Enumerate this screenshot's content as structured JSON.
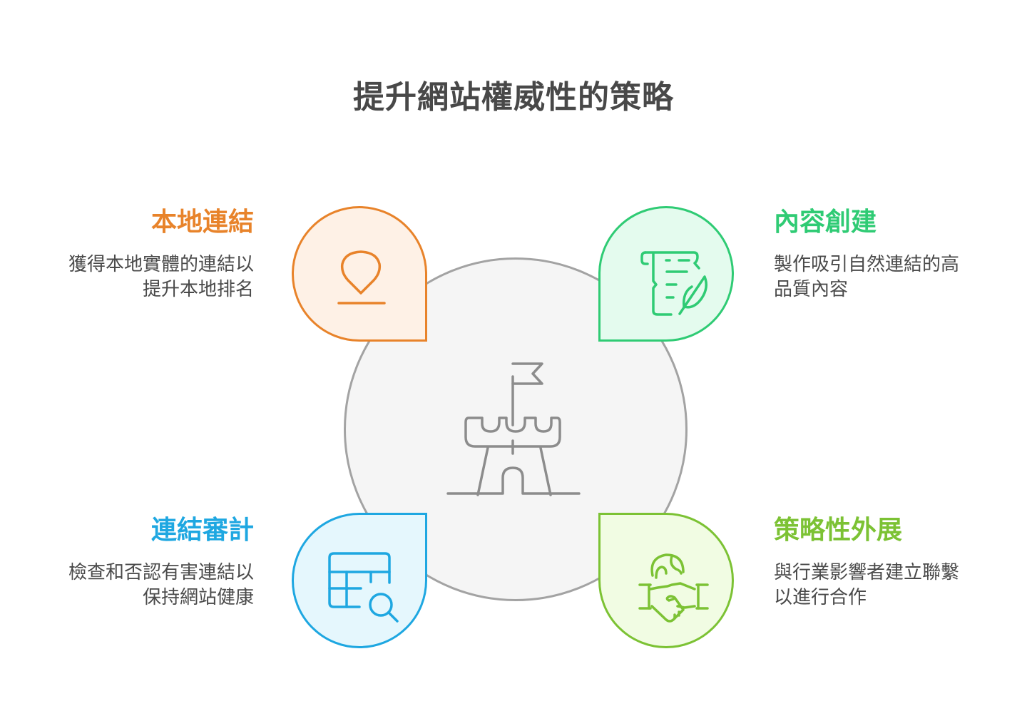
{
  "title": "提升網站權威性的策略",
  "center": {
    "icon": "castle-tower-flag-icon",
    "colors": {
      "fill": "#f5f5f5",
      "stroke": "#a3a3a3",
      "icon": "#8c8c8c"
    }
  },
  "items": [
    {
      "position": "top-left",
      "heading": "本地連結",
      "description_lines": [
        "獲得本地實體的連結以",
        "提升本地排名"
      ],
      "icon": "map-pin-icon",
      "colors": {
        "accent": "#e8832a",
        "fill": "#fef1e6"
      }
    },
    {
      "position": "top-right",
      "heading": "內容創建",
      "description_lines": [
        "製作吸引自然連結的高",
        "品質內容"
      ],
      "icon": "scroll-quill-icon",
      "colors": {
        "accent": "#2fcb74",
        "fill": "#e4fbee"
      }
    },
    {
      "position": "bottom-left",
      "heading": "連結審計",
      "description_lines": [
        "檢查和否認有害連結以",
        "保持網站健康"
      ],
      "icon": "table-search-icon",
      "colors": {
        "accent": "#1ea7e1",
        "fill": "#e5f7fd"
      }
    },
    {
      "position": "bottom-right",
      "heading": "策略性外展",
      "description_lines": [
        "與行業影響者建立聯繫",
        "以進行合作"
      ],
      "icon": "globe-handshake-icon",
      "colors": {
        "accent": "#7cc234",
        "fill": "#f1fce3"
      }
    }
  ]
}
